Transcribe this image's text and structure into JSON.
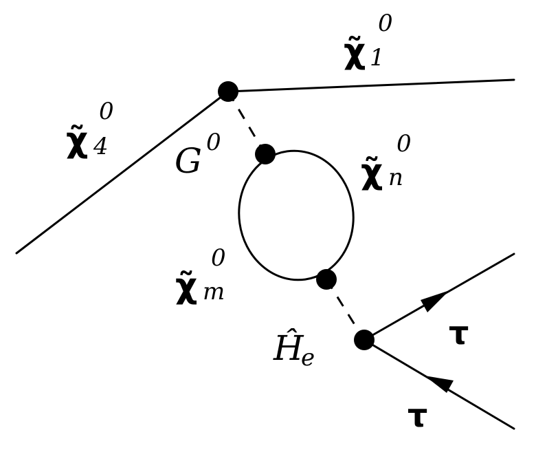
{
  "diagram": {
    "labels": {
      "chi1": {
        "base": "χ̃",
        "sup": "0",
        "sub": "1"
      },
      "chi4": {
        "base": "χ̃",
        "sup": "0",
        "sub": "4"
      },
      "g0": {
        "base": "G",
        "sup": "0"
      },
      "chin": {
        "base": "χ̃",
        "sup": "0",
        "sub": "n"
      },
      "chim": {
        "base": "χ̃",
        "sup": "0",
        "sub": "m"
      },
      "he": {
        "base": "Ĥ",
        "sub": "e"
      },
      "tau_upper": "τ",
      "tau_lower": "τ"
    }
  }
}
